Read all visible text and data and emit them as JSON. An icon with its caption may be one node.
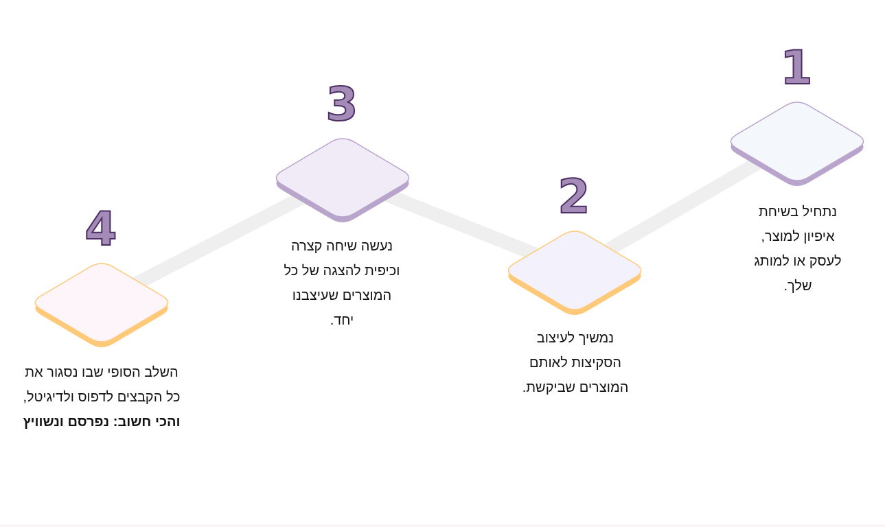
{
  "diagram": {
    "nodes": [
      {
        "text": [
          "1"
        ],
        "beside": [
          "נתחיל בשיחת איפיון למוצר, לעסק או למותג שלך."
        ]
      },
      {
        "text": [
          "2"
        ],
        "beside": [
          "נמשיך לעיצוב הסקיצות לאותם המוצרים שביקשת."
        ]
      },
      {
        "text": [
          "3"
        ],
        "beside": [
          "נעשה שיחה קצרה וכיפית להצגה של כל המוצרים שעיצבנו יחד."
        ]
      },
      {
        "text": [
          "4"
        ],
        "beside": [
          "השלב הסופי שבו נסגור את כל הקבצים לדפוס ולדיגיטל, **והכי חשוב: נפרסם ונשוויץ**"
        ]
      }
    ],
    "edges": [
      {
        "from": 0,
        "to": 1,
        "arrow": "none"
      },
      {
        "from": 1,
        "to": 2,
        "arrow": "none"
      },
      {
        "from": 2,
        "to": 3,
        "arrow": "none"
      }
    ]
  }
}
